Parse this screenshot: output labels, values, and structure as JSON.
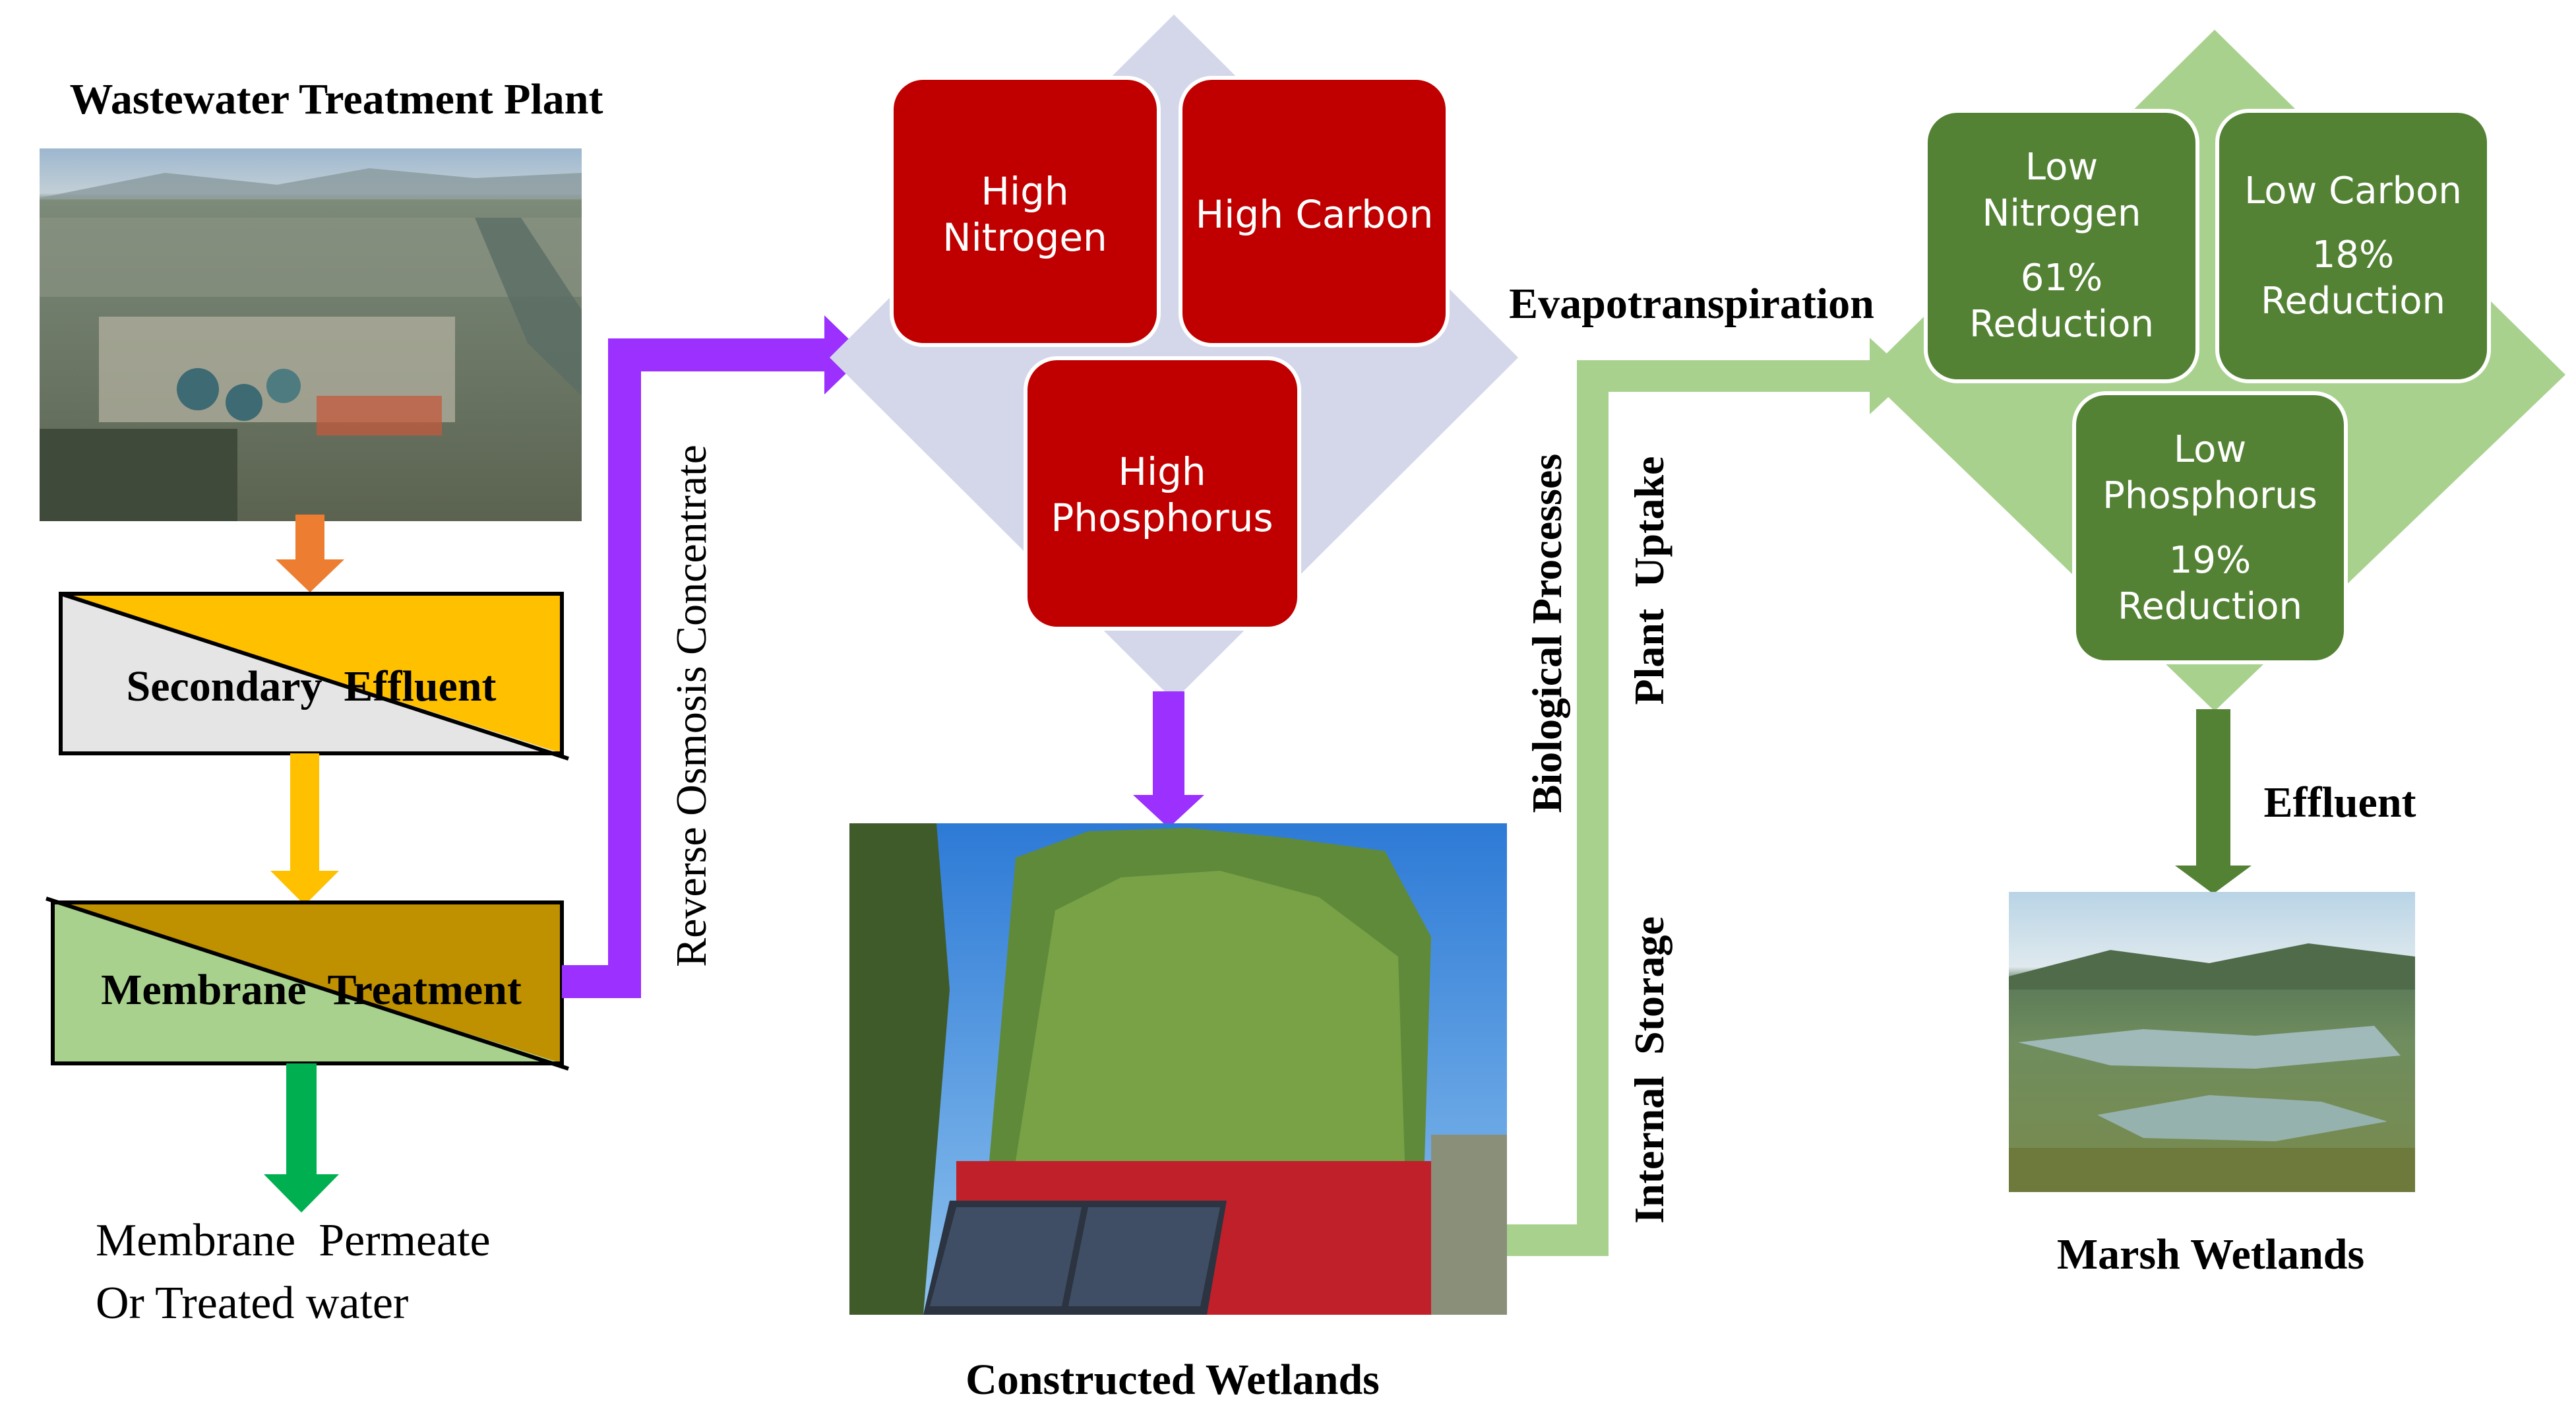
{
  "wwtp": {
    "title": "Wastewater Treatment Plant"
  },
  "secondary_effluent": {
    "label": "Secondary  Effluent"
  },
  "membrane_treatment": {
    "label": "Membrane  Treatment"
  },
  "permeate": {
    "line1": "Membrane  Permeate",
    "line2": "Or Treated water"
  },
  "ro_concentrate": {
    "label": "Reverse Osmosis Concentrate"
  },
  "high_boxes": {
    "nitrogen": {
      "line1": "High",
      "line2": "Nitrogen"
    },
    "carbon": {
      "line1": "High Carbon"
    },
    "phosphorus": {
      "line1": "High",
      "line2": "Phosphorus"
    }
  },
  "constructed_wetlands": {
    "title": "Constructed Wetlands"
  },
  "processes": {
    "biological": "Biological Processes",
    "plant_uptake": "Plant  Uptake",
    "internal_storage": "Internal  Storage",
    "evapotranspiration": "Evapotranspiration"
  },
  "low_boxes": {
    "nitrogen": {
      "line1": "Low",
      "line2": "Nitrogen",
      "line3": "61%",
      "line4": "Reduction"
    },
    "carbon": {
      "line1": "Low Carbon",
      "line2": "18%",
      "line3": "Reduction"
    },
    "phosphorus": {
      "line1": "Low",
      "line2": "Phosphorus",
      "line3": "19%",
      "line4": "Reduction"
    }
  },
  "effluent": {
    "label": "Effluent"
  },
  "marsh_wetlands": {
    "title": "Marsh Wetlands"
  },
  "colors": {
    "orange_arrow": "#ed7d31",
    "yellow": "#ffc000",
    "green_arrow": "#00b050",
    "purple": "#9b30ff",
    "dark_red": "#c00000",
    "lavender": "#d4d7ea",
    "light_green": "#a9d18e",
    "dark_green": "#548235",
    "membrane_green": "#a9d18e",
    "membrane_brown": "#bf9000"
  }
}
